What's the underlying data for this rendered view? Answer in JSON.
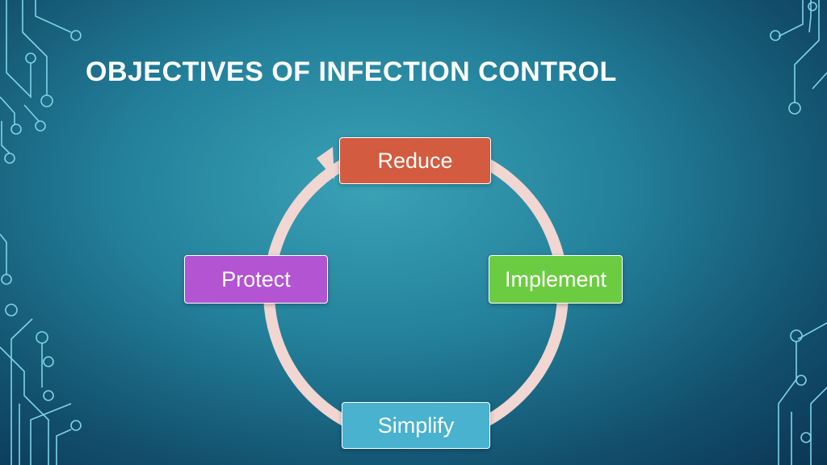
{
  "slide": {
    "title": "OBJECTIVES OF INFECTION CONTROL"
  },
  "diagram": {
    "type": "cycle",
    "nodes": [
      {
        "id": "reduce",
        "label": "Reduce",
        "color": "#d35b3f"
      },
      {
        "id": "implement",
        "label": "Implement",
        "color": "#6ccc41"
      },
      {
        "id": "simplify",
        "label": "Simplify",
        "color": "#48b2cf"
      },
      {
        "id": "protect",
        "label": "Protect",
        "color": "#b354d2"
      }
    ],
    "arrow_color": "#f1d6d2",
    "direction": "clockwise"
  },
  "colors": {
    "decoration_lines": "#7fd3e6"
  }
}
